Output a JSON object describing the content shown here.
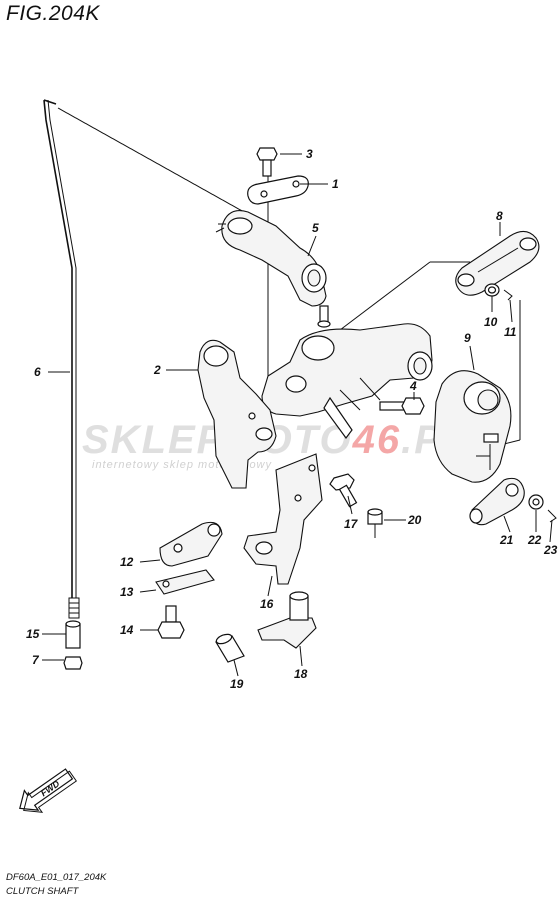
{
  "figure": {
    "title": "FIG.204K"
  },
  "watermark": {
    "brand_left": "SKLEP",
    "brand_middle": "MOTO",
    "brand_red": "46",
    "brand_right": ".PL",
    "tagline": "internetowy sklep motocyklowy"
  },
  "footer": {
    "code": "DF60A_E01_017_204K",
    "name": "CLUTCH SHAFT"
  },
  "fwd_label": "FWD",
  "callouts": [
    {
      "id": "p1",
      "label": "1"
    },
    {
      "id": "p2",
      "label": "2"
    },
    {
      "id": "p3",
      "label": "3"
    },
    {
      "id": "p4",
      "label": "4"
    },
    {
      "id": "p5",
      "label": "5"
    },
    {
      "id": "p6",
      "label": "6"
    },
    {
      "id": "p7",
      "label": "7"
    },
    {
      "id": "p8",
      "label": "8"
    },
    {
      "id": "p9",
      "label": "9"
    },
    {
      "id": "p10",
      "label": "10"
    },
    {
      "id": "p11",
      "label": "11"
    },
    {
      "id": "p12",
      "label": "12"
    },
    {
      "id": "p13",
      "label": "13"
    },
    {
      "id": "p14",
      "label": "14"
    },
    {
      "id": "p15",
      "label": "15"
    },
    {
      "id": "p16",
      "label": "16"
    },
    {
      "id": "p17",
      "label": "17"
    },
    {
      "id": "p18",
      "label": "18"
    },
    {
      "id": "p19",
      "label": "19"
    },
    {
      "id": "p20",
      "label": "20"
    },
    {
      "id": "p21",
      "label": "21"
    },
    {
      "id": "p22",
      "label": "22"
    },
    {
      "id": "p23",
      "label": "23"
    }
  ]
}
